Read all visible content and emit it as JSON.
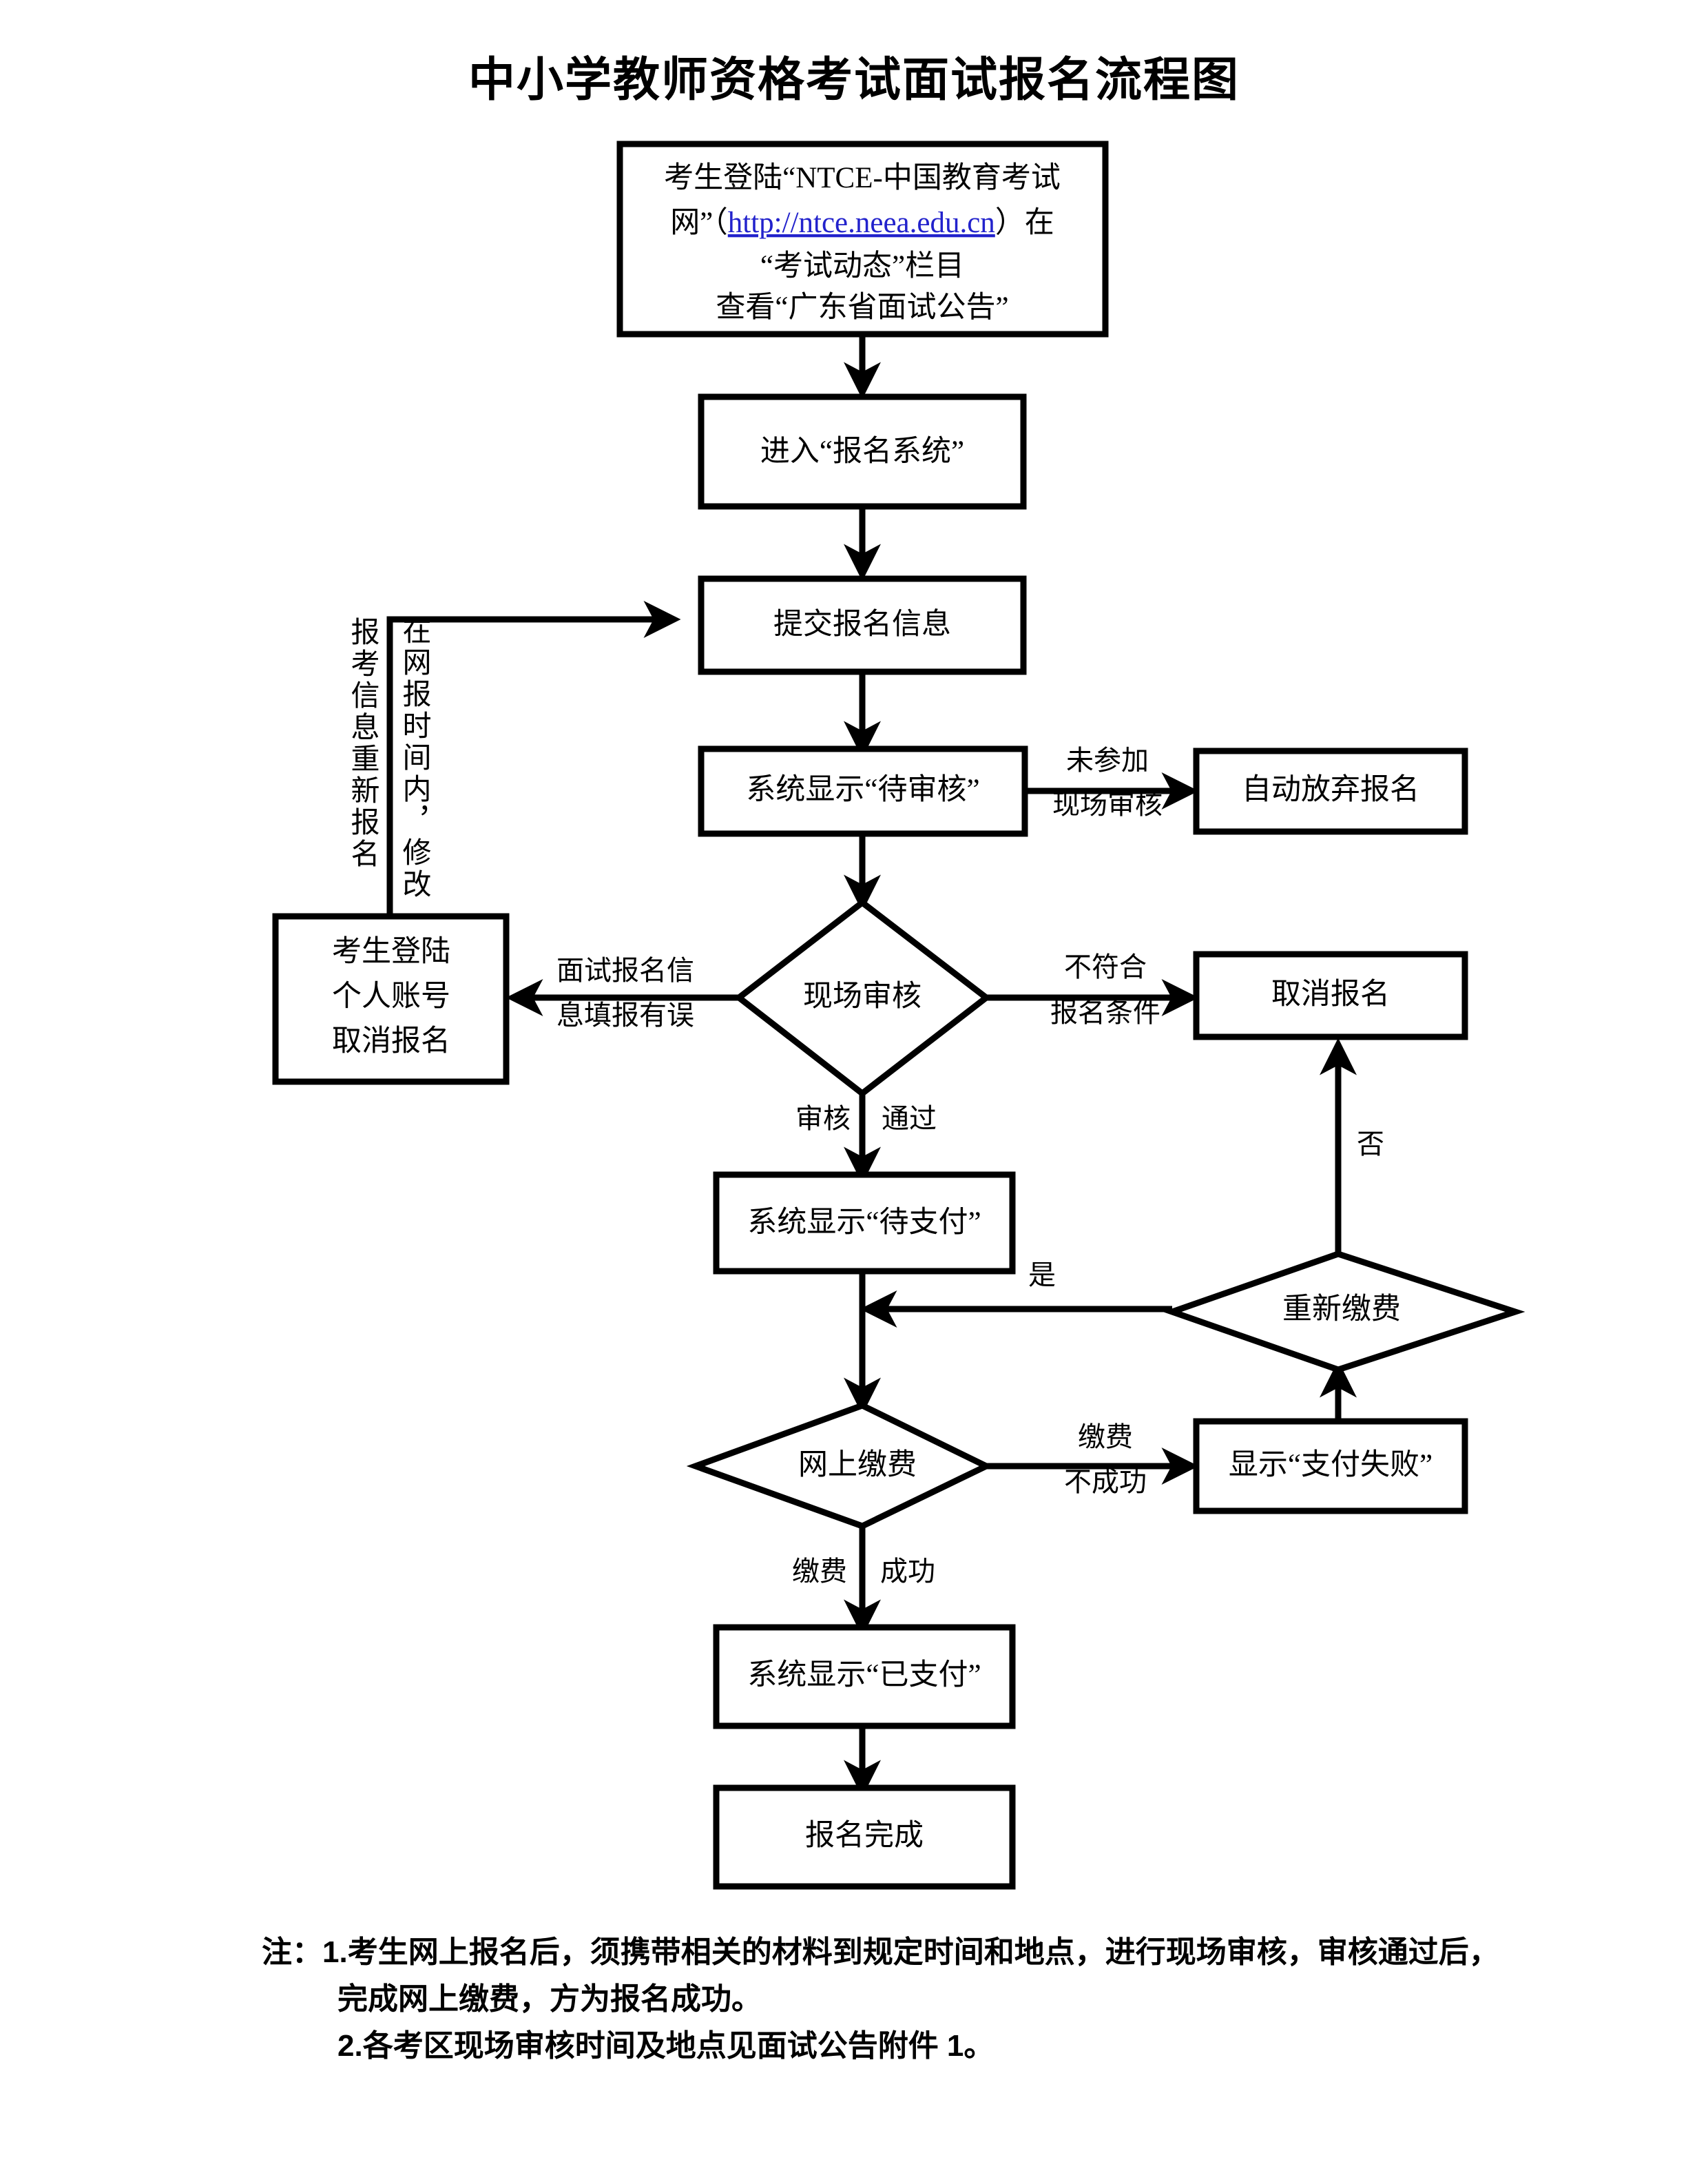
{
  "title": "中小学教师资格考试面试报名流程图",
  "nodes": {
    "start": {
      "line1": "考生登陆“NTCE-中国教育考试",
      "line2_pre": "网”（",
      "line2_link": "http://ntce.neea.edu.cn",
      "line2_post": "）在",
      "line3": "“考试动态”栏目",
      "line4": "查看“广东省面试公告”"
    },
    "enter_system": "进入“报名系统”",
    "submit_info": "提交报名信息",
    "pending_review": "系统显示“待审核”",
    "auto_abandon": "自动放弃报名",
    "onsite_review": "现场审核",
    "cancel_by_user": {
      "line1": "考生登陆",
      "line2": "个人账号",
      "line3": "取消报名"
    },
    "cancel_reg": "取消报名",
    "pending_pay": "系统显示“待支付”",
    "repay": "重新缴费",
    "online_pay": "网上缴费",
    "pay_failed": "显示“支付失败”",
    "paid": "系统显示“已支付”",
    "done": "报名完成"
  },
  "edge_labels": {
    "not_attend_line1": "未参加",
    "not_attend_line2": "现场审核",
    "mismatch_line1": "不符合",
    "mismatch_line2": "报名条件",
    "info_error_line1": "面试报名信",
    "info_error_line2": "息填报有误",
    "review_pass_left": "审核",
    "review_pass_right": "通过",
    "repay_yes": "是",
    "repay_no": "否",
    "pay_fail_line1": "缴费",
    "pay_fail_line2": "不成功",
    "pay_ok_left": "缴费",
    "pay_ok_right": "成功"
  },
  "vertical_labels": {
    "outer": "报考信息重新报名",
    "inner": "在网报时间内，修改"
  },
  "notes": {
    "lead": "注：",
    "item1_line1": "1.考生网上报名后，须携带相关的材料到规定时间和地点，进行现场审核，审核通过后，",
    "item1_line2": "完成网上缴费，方为报名成功。",
    "item2": "2.各考区现场审核时间及地点见面试公告附件 1。"
  },
  "colors": {
    "stroke": "#000000",
    "fill": "#ffffff",
    "link": "#2222cc"
  }
}
